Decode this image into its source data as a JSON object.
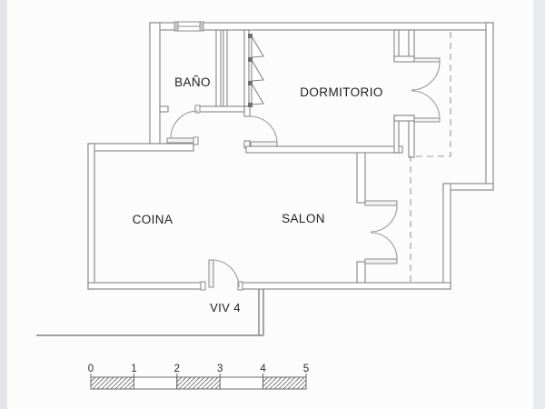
{
  "page": {
    "background": "#fcfcfc",
    "edge_left_color": "#e3e4e7",
    "edge_right_color": "#eaebed"
  },
  "plan": {
    "wall_color": "#8e8e8e",
    "text_color": "#1f1f1f",
    "rooms": [
      {
        "id": "bano",
        "label": "BAÑO"
      },
      {
        "id": "dormitorio",
        "label": "DORMITORIO"
      },
      {
        "id": "coina",
        "label": "COINA"
      },
      {
        "id": "salon",
        "label": "SALON"
      }
    ],
    "unit_label": "VIV 4"
  },
  "scale_bar": {
    "labels": [
      "0",
      "1",
      "2",
      "3",
      "4",
      "5"
    ]
  }
}
